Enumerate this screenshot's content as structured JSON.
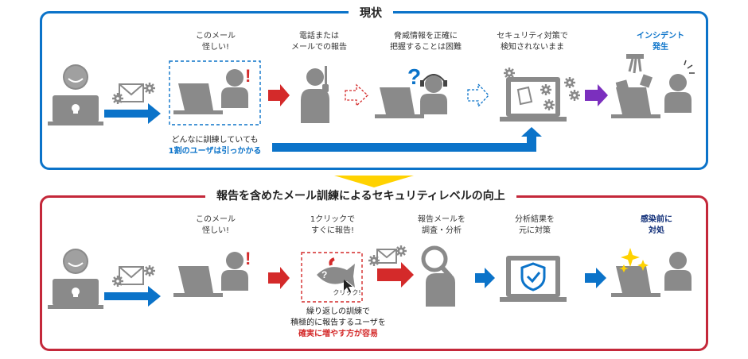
{
  "top": {
    "title": "現状",
    "captions": {
      "suspicious": "このメール\n怪しい!",
      "report": "電話または\nメールでの報告",
      "grasp": "脅威情報を正確に\n把握することは困難",
      "undetected": "セキュリティ対策で\n検知されないまま",
      "incident": "インシデント\n発生"
    },
    "note_line1": "どんなに訓練していても",
    "note_line2": "1割のユーザは引っかかる"
  },
  "bottom": {
    "title": "報告を含めたメール訓練によるセキュリティレベルの向上",
    "captions": {
      "suspicious": "このメール\n怪しい!",
      "oneclick": "1クリックで\nすぐに報告!",
      "investigate": "報告メールを\n調査・分析",
      "respond": "分析結果を\n元に対策",
      "prevent": "感染前に\n対処"
    },
    "click_label": "クリック!",
    "note_line1": "繰り返しの訓練で",
    "note_line2": "積極的に報告するユーザを",
    "note_line3": "確実に増やす方が容易"
  },
  "colors": {
    "blue": "#0b73c9",
    "red": "#c4283a",
    "arrow_red": "#d42a2a",
    "purple": "#7b2fbe",
    "navy": "#13317a",
    "gray": "#8a8a8a",
    "yellow": "#ffd200"
  },
  "icons": [
    "attacker-icon",
    "phishing-mail-icon",
    "user-icon",
    "phone-report-icon",
    "helpdesk-icon",
    "laptop-icon",
    "incident-icon",
    "phishing-fish-icon",
    "magnifier-icon",
    "shield-icon",
    "sparkle-icon"
  ]
}
